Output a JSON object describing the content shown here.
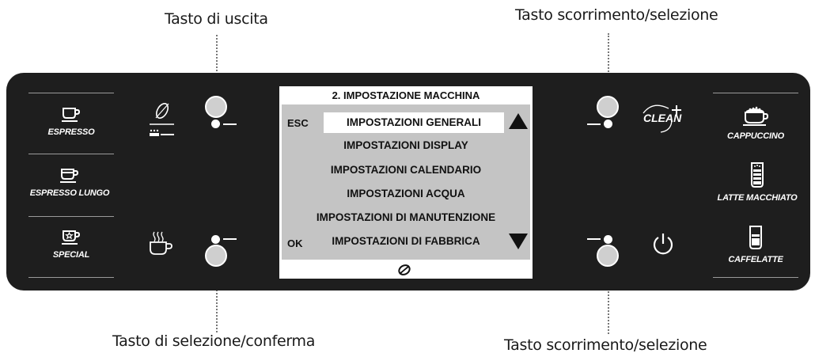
{
  "callouts": {
    "exit_key": "Tasto di uscita",
    "scroll_select_top": "Tasto scorrimento/selezione",
    "select_confirm": "Tasto di selezione/conferma",
    "scroll_select_bottom": "Tasto scorrimento/selezione"
  },
  "left_beverages": [
    {
      "label": "ESPRESSO",
      "icon": "cup-icon"
    },
    {
      "label": "ESPRESSO LUNGO",
      "icon": "cup-icon"
    },
    {
      "label": "SPECIAL",
      "icon": "star-cup-icon"
    }
  ],
  "right_beverages": [
    {
      "label": "CAPPUCCINO",
      "icon": "cappuccino-cup-icon"
    },
    {
      "label": "LATTE MACCHIATO",
      "icon": "glass-icon"
    },
    {
      "label": "CAFFELATTE",
      "icon": "glass-icon"
    }
  ],
  "display": {
    "title": "2. IMPOSTAZIONE MACCHINA",
    "esc_label": "ESC",
    "ok_label": "OK",
    "selected_index": 0,
    "menu_items": [
      "IMPOSTAZIONI GENERALI",
      "IMPOSTAZIONI DISPLAY",
      "IMPOSTAZIONI CALENDARIO",
      "IMPOSTAZIONI ACQUA",
      "IMPOSTAZIONI DI MANUTENZIONE",
      "IMPOSTAZIONI DI FABBRICA"
    ]
  },
  "clean_label": "CLEAN",
  "colors": {
    "panel": "#1e1e1e",
    "screen_bg": "#c4c4c4",
    "accent": "#ffffff"
  }
}
